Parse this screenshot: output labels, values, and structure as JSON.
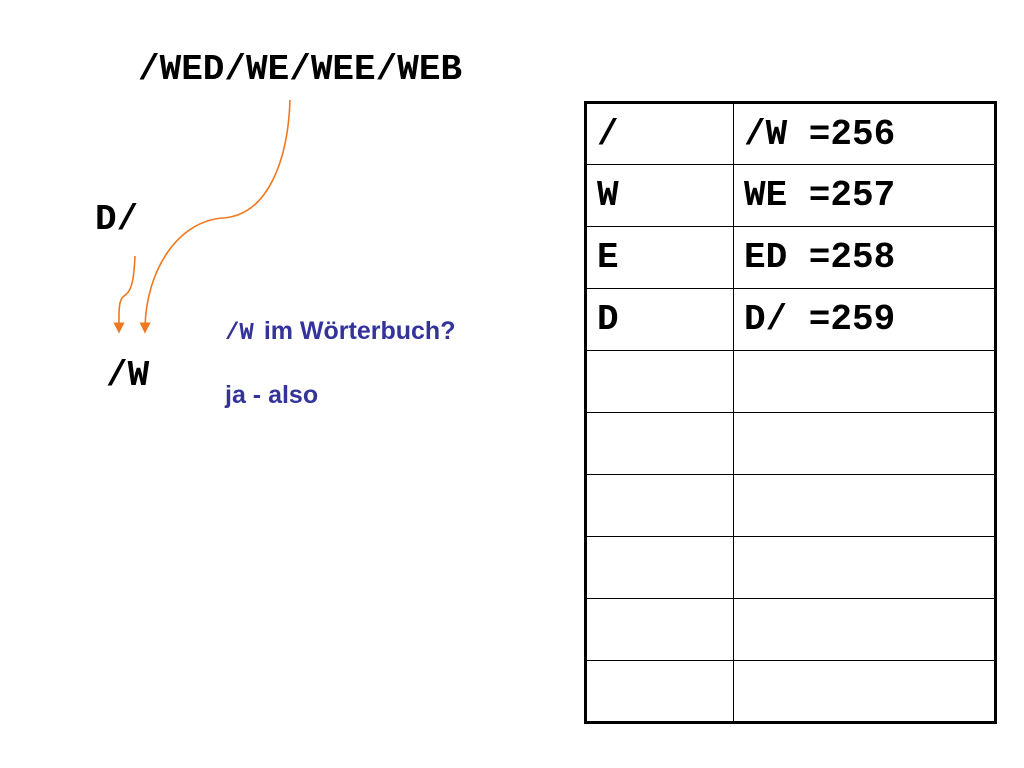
{
  "input_string": "/WED/WE/WEE/WEB",
  "prefix_token": "D/",
  "current_token": "/W",
  "question": {
    "code": "/W",
    "text": "im Wörterbuch?"
  },
  "answer": "ja - also",
  "arrow_color": "#f07820",
  "text_accent_color": "#333399",
  "dictionary": {
    "rows": [
      {
        "a": "/",
        "b": "/W =256"
      },
      {
        "a": "W",
        "b": "WE =257"
      },
      {
        "a": "E",
        "b": "ED =258"
      },
      {
        "a": "D",
        "b": "D/ =259"
      },
      {
        "a": "",
        "b": ""
      },
      {
        "a": "",
        "b": ""
      },
      {
        "a": "",
        "b": ""
      },
      {
        "a": "",
        "b": ""
      },
      {
        "a": "",
        "b": ""
      },
      {
        "a": "",
        "b": ""
      }
    ]
  }
}
